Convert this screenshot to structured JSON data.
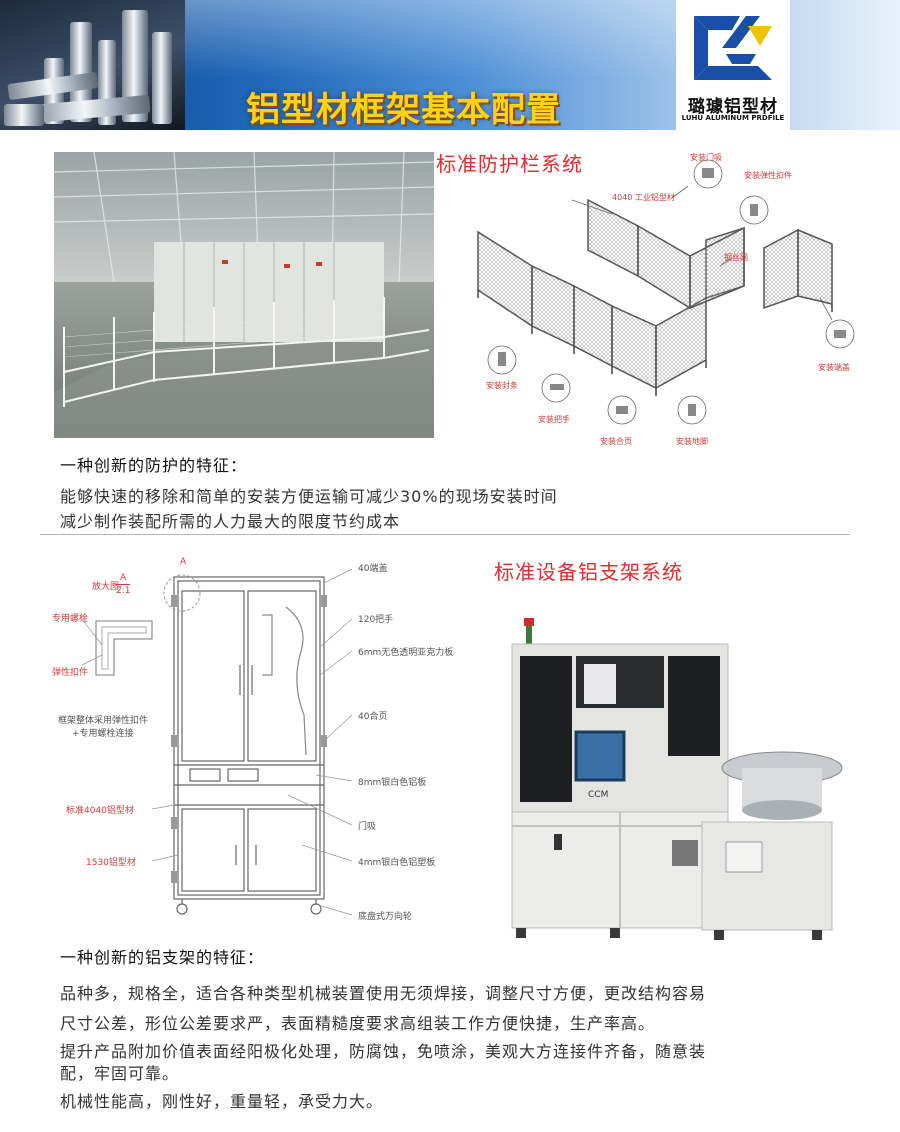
{
  "header": {
    "title": "铝型材框架基本配置",
    "logo_name": "璐璩铝型材",
    "logo_en": "LUHU ALUMINUM PRDFILE"
  },
  "guardrail": {
    "title": "标准防护栏系统",
    "callouts": {
      "door_lock": "安装门吸",
      "elastic_clip": "安装弹性扣件",
      "profile_4040": "4040 工业铝型材",
      "wire_mesh": "钢丝网",
      "end_cap": "安装端盖",
      "seal_strip": "安装封条",
      "handle": "安装把手",
      "hinge": "安装合页",
      "foot": "安装地脚"
    },
    "feature_heading": "一种创新的防护的特征：",
    "features": [
      "能够快速的移除和简单的安装方便运输可减少30%的现场安装时间",
      "减少制作装配所需的人力最大的限度节约成本"
    ]
  },
  "rack": {
    "title": "标准设备铝支架系统",
    "drawing": {
      "marker_a": "A",
      "zoom_label": "放大图-",
      "zoom_num": "A",
      "zoom_den": "2:1",
      "special_bolt": "专用螺栓",
      "elastic_clip": "弹性扣件",
      "connection_note_1": "框架整体采用弹性扣件",
      "connection_note_2": "+专用螺栓连接",
      "std_4040": "标准4040铝型材",
      "profile_1530": "1530铝型材",
      "end_cap_40": "40端盖",
      "handle_120": "120把手",
      "acrylic_6mm": "6mm无色透明亚克力板",
      "hinge_40": "40合页",
      "aluminum_8mm": "8mm银白色铝板",
      "door_lock": "门吸",
      "composite_4mm": "4mm银白色铝塑板",
      "caster": "底盘式万向轮"
    },
    "machine_brand": "CCM",
    "feature_heading": "一种创新的铝支架的特征：",
    "features": [
      "品种多，规格全，适合各种类型机械装置使用无须焊接，调整尺寸方便，更改结构容易",
      "尺寸公差，形位公差要求严，表面精糙度要求高组装工作方便快捷，生产率高。",
      "提升产品附加价值表面经阳极化处理，防腐蚀，免喷涂，美观大方连接件齐备，随意装",
      "配，牢固可靠。",
      "机械性能高，刚性好，重量轻，承受力大。"
    ]
  },
  "colors": {
    "accent_red": "#e12d2d",
    "title_yellow": "#ffd21a",
    "banner_blue": "#1f67b8",
    "logo_blue": "#1a4fa8",
    "logo_yellow": "#f2c200"
  }
}
